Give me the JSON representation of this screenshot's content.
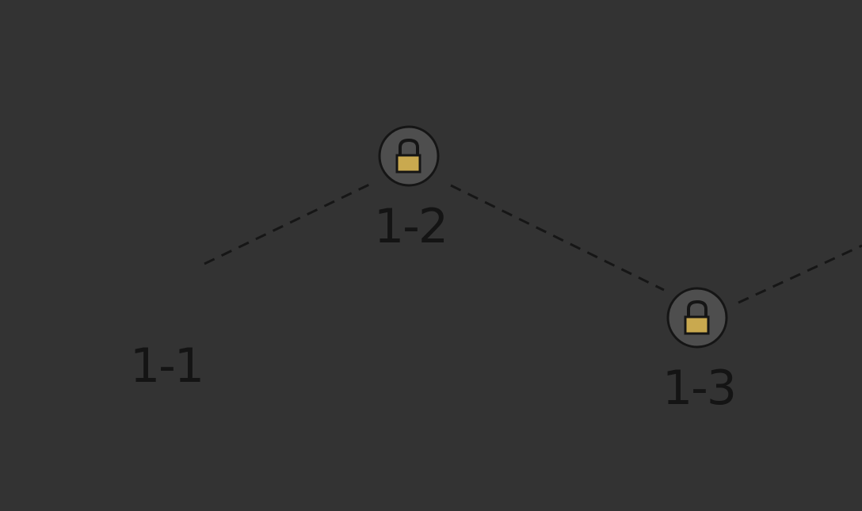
{
  "colors": {
    "background": "#333333",
    "path": "#161616",
    "label": "#141414",
    "node_fill": "#4e4e4e",
    "lock_body": "#c9a94f"
  },
  "levels": [
    {
      "label": "1-1",
      "locked": false,
      "icon": "none"
    },
    {
      "label": "1-2",
      "locked": true,
      "icon": "padlock-icon"
    },
    {
      "label": "1-3",
      "locked": true,
      "icon": "padlock-icon"
    }
  ]
}
